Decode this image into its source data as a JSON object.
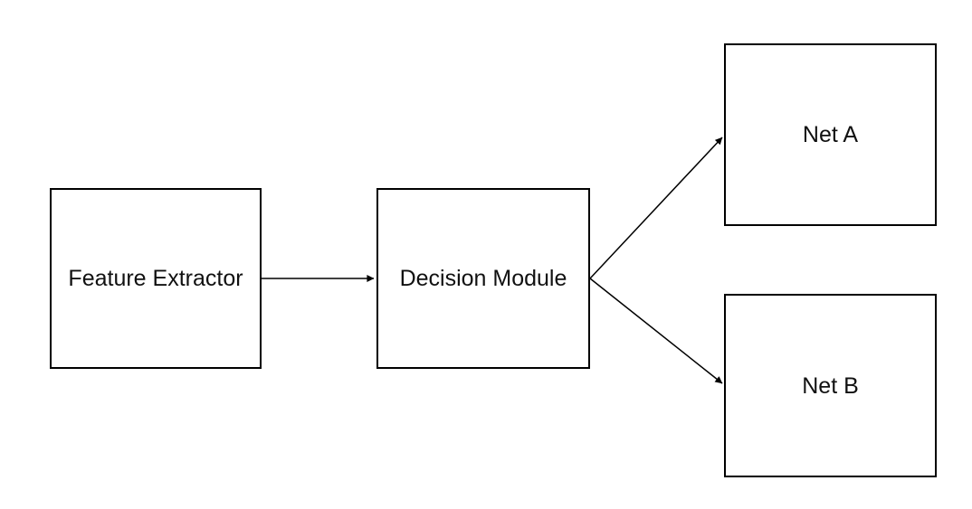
{
  "diagram": {
    "nodes": [
      {
        "id": "feature-extractor",
        "label": "Feature Extractor"
      },
      {
        "id": "decision-module",
        "label": "Decision Module"
      },
      {
        "id": "net-a",
        "label": "Net A"
      },
      {
        "id": "net-b",
        "label": "Net B"
      }
    ],
    "edges": [
      {
        "from": "Feature Extractor",
        "to": "Decision Module",
        "style": "arrow"
      },
      {
        "from": "Decision Module",
        "to": "Net A",
        "style": "arrow"
      },
      {
        "from": "Decision Module",
        "to": "Net B",
        "style": "arrow"
      }
    ],
    "colors": {
      "background": "#ffffff",
      "box_fill": "#ffffff",
      "box_border": "#000000",
      "connector": "#000000",
      "text": "#111111"
    }
  }
}
